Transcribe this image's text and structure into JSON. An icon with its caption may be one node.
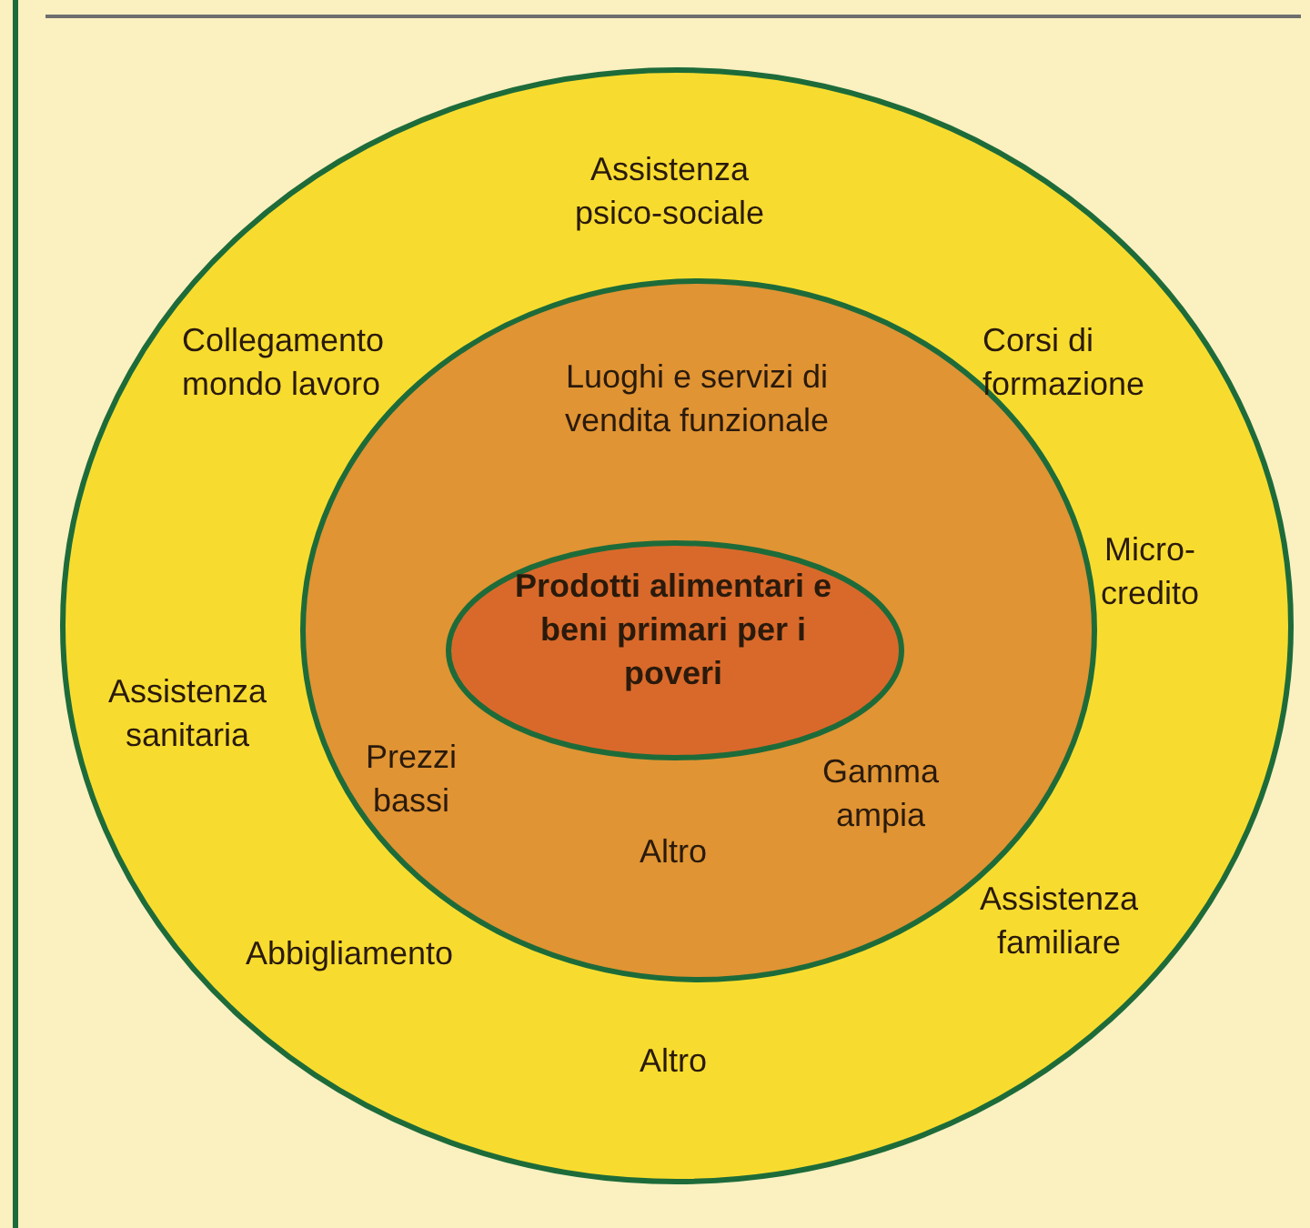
{
  "diagram": {
    "nodes": [
      {
        "text": [
          "Assistenza psico-sociale",
          "Collegamento mondo lavoro",
          "Corsi di formazione",
          "Micro-credito",
          "Assistenza sanitaria",
          "Abbigliamento",
          "Assistenza familiare",
          "Altro"
        ]
      },
      {
        "text": [
          "Luoghi e servizi di vendita funzionale",
          "Prezzi bassi",
          "Altro",
          "Gamma ampia"
        ],
        "in": 0
      },
      {
        "text": [
          "Prodotti alimentari e beni primari per i poveri"
        ],
        "in": 1
      }
    ]
  }
}
